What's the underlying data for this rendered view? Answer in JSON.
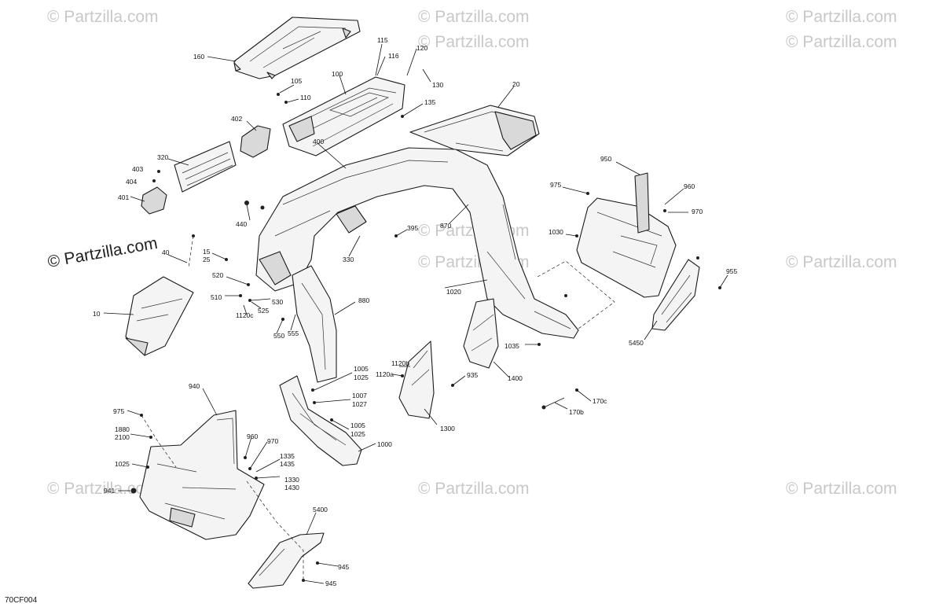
{
  "watermarks": [
    "© Partzilla.com",
    "© Partzilla.com",
    "© Partzilla.com",
    "© Partzilla.com",
    "© Partzilla.com",
    "© Partzilla.com",
    "© Partzilla.com",
    "© Partzilla.com",
    "© Partzilla.com",
    "© Partzilla.com",
    "© Partzilla.com"
  ],
  "main_watermark": "© Partzilla.com",
  "diagram_code": "70CF004",
  "callouts": {
    "c160": "160",
    "c115": "115",
    "c116": "116",
    "c120": "120",
    "c130": "130",
    "c105": "105",
    "c110": "110",
    "c100": "100",
    "c135": "135",
    "c20": "20",
    "c402": "402",
    "c320": "320",
    "c403": "403",
    "c404": "404",
    "c401": "401",
    "c400": "400",
    "c440": "440",
    "c395": "395",
    "c330": "330",
    "c870": "870",
    "c950": "950",
    "c975a": "975",
    "c960a": "960",
    "c970a": "970",
    "c1030": "1030",
    "c955": "955",
    "c15": "15",
    "c25": "25",
    "c40": "40",
    "c520": "520",
    "c510": "510",
    "c530": "530",
    "c525": "525",
    "c1120c": "1120c",
    "c880": "880",
    "c10": "10",
    "c550": "550",
    "c555": "555",
    "c1020": "1020",
    "c1035": "1035",
    "c5450": "5450",
    "c1400": "1400",
    "c1005a": "1005",
    "c1025a": "1025",
    "c1120b": "1120b",
    "c1120a": "1120a",
    "c935": "935",
    "c1007": "1007",
    "c1027": "1027",
    "c940": "940",
    "c975b": "975",
    "c1880": "1880",
    "c2100": "2100",
    "c960b": "960",
    "c970b": "970",
    "c1335": "1335",
    "c1435": "1435",
    "c1025b": "1025",
    "c1330": "1330",
    "c1430": "1430",
    "c941": "941",
    "c1005b": "1005",
    "c1025c": "1025",
    "c1000": "1000",
    "c1300": "1300",
    "c170c": "170c",
    "c170b": "170b",
    "c5400": "5400",
    "c945a": "945",
    "c945b": "945"
  }
}
